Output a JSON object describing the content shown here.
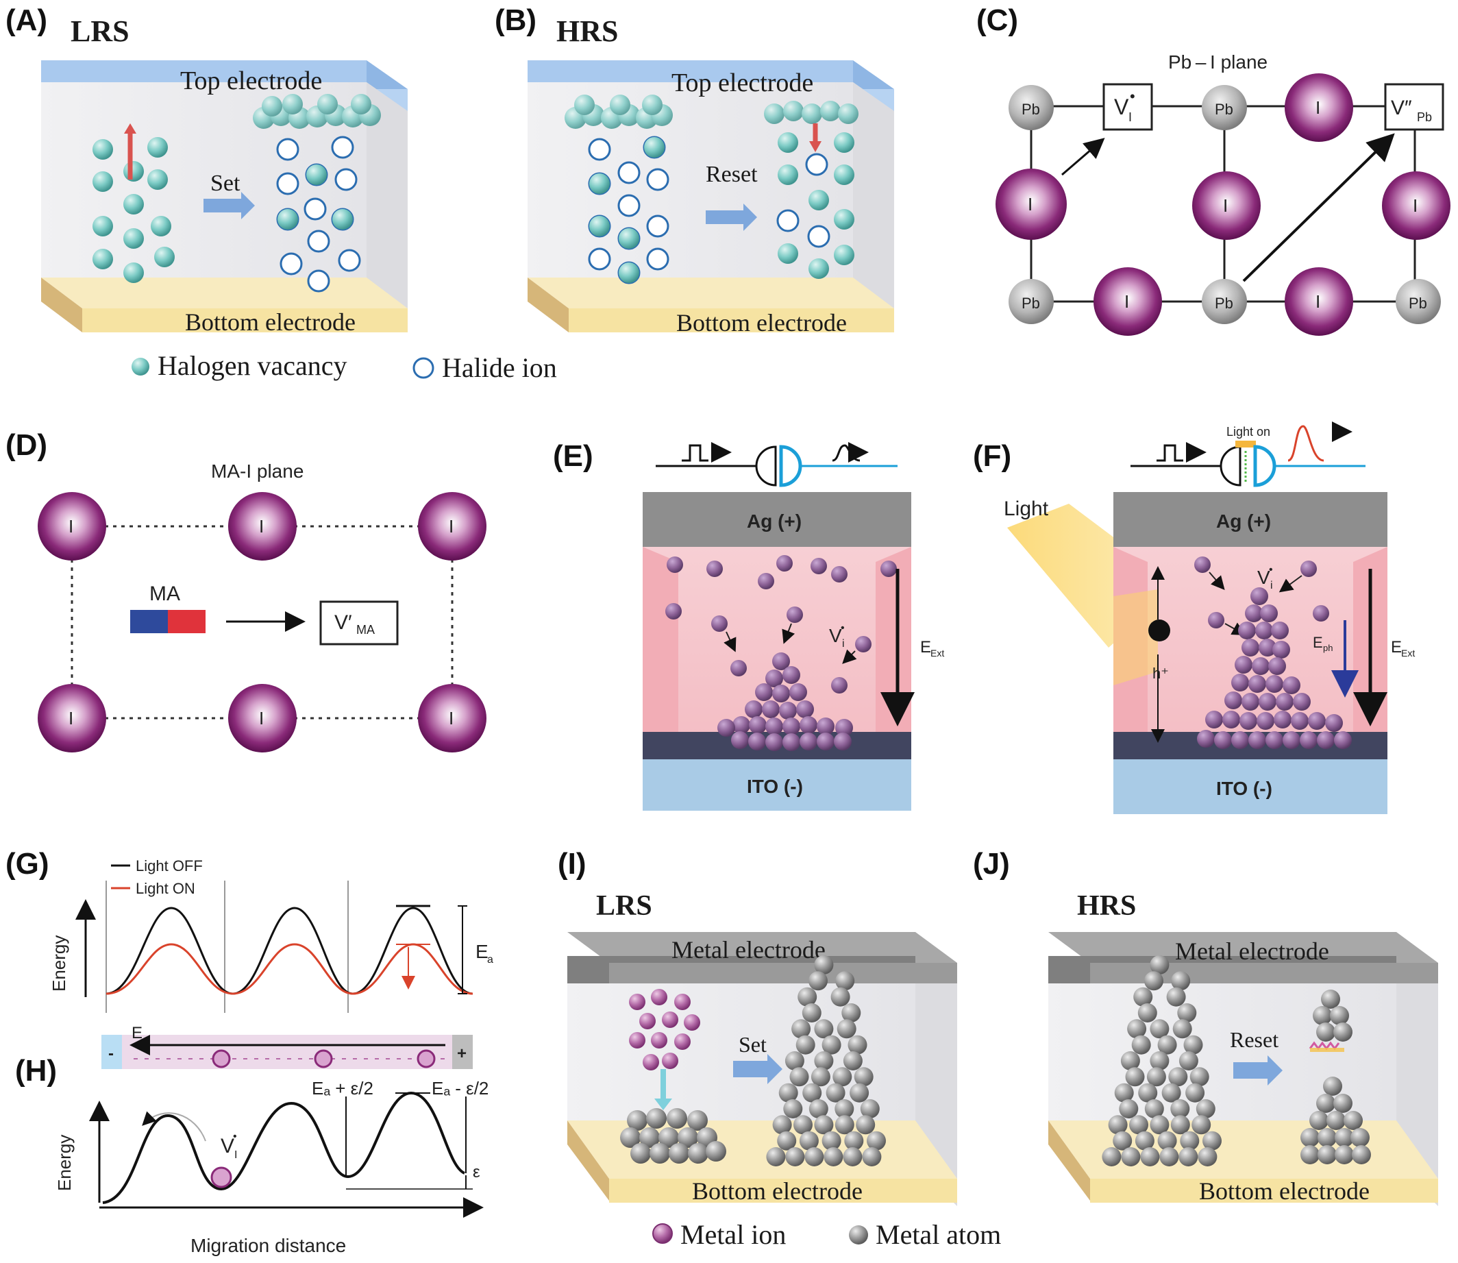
{
  "panels": {
    "A": {
      "label": "(A)",
      "state": "LRS",
      "top": "Top electrode",
      "bottom": "Bottom electrode",
      "action": "Set"
    },
    "B": {
      "label": "(B)",
      "state": "HRS",
      "top": "Top electrode",
      "bottom": "Bottom electrode",
      "action": "Reset"
    },
    "AB_legend": {
      "vacancy": "Halogen vacancy",
      "halide": "Halide ion"
    },
    "C": {
      "label": "(C)",
      "plane": "Pb – I plane",
      "pb": "Pb",
      "i": "I",
      "vi_main": "V",
      "vi_sub": "I",
      "vi_sup": "•",
      "vpb_main": "V″",
      "vpb_sub": "Pb"
    },
    "D": {
      "label": "(D)",
      "plane": "MA-I plane",
      "i": "I",
      "ma": "MA",
      "vma_main": "V′",
      "vma_sub": "MA"
    },
    "E": {
      "label": "(E)",
      "top": "Ag (+)",
      "bottom": "ITO (-)",
      "vi_main": "V",
      "vi_sub": "i",
      "vi_sup": "•",
      "field_main": "E",
      "field_sub": "Ext"
    },
    "F": {
      "label": "(F)",
      "light_on": "Light on",
      "light": "Light",
      "top": "Ag (+)",
      "bottom": "ITO (-)",
      "vi_main": "V",
      "vi_sub": "i",
      "vi_sup": "•",
      "hole": "h⁺",
      "e_ph_main": "E",
      "e_ph_sub": "ph",
      "field_main": "E",
      "field_sub": "Ext"
    },
    "G": {
      "label": "(G)",
      "legend_off": "Light OFF",
      "legend_on": "Light ON",
      "ylabel": "Energy",
      "ea_main": "E",
      "ea_sub": "a"
    },
    "H": {
      "label": "(H)",
      "field": "E",
      "minus": "-",
      "plus": "+",
      "ylabel": "Energy",
      "xlabel": "Migration distance",
      "vi_main": "V",
      "vi_sub": "I",
      "vi_sup": "•",
      "ea_plus": "Eₐ + ε/2",
      "ea_minus": "Eₐ - ε/2",
      "eps": "ε"
    },
    "I": {
      "label": "(I)",
      "state": "LRS",
      "top": "Metal electrode",
      "bottom": "Bottom electrode",
      "action": "Set"
    },
    "J": {
      "label": "(J)",
      "state": "HRS",
      "top": "Metal electrode",
      "bottom": "Bottom electrode",
      "action": "Reset"
    },
    "IJ_legend": {
      "ion": "Metal ion",
      "atom": "Metal atom"
    }
  },
  "colors": {
    "electrode_top": "#a9c9ee",
    "electrode_bottom": "#f6e3a2",
    "vacancy": "#5fb8b4",
    "iodide": "#7a1f68",
    "lead": "#9c9c9c",
    "ag": "#8e8e8e",
    "ito": "#a9cbe6",
    "perovskite": "#f6c6cc",
    "light_off": "#111111",
    "light_on": "#d9432b"
  }
}
